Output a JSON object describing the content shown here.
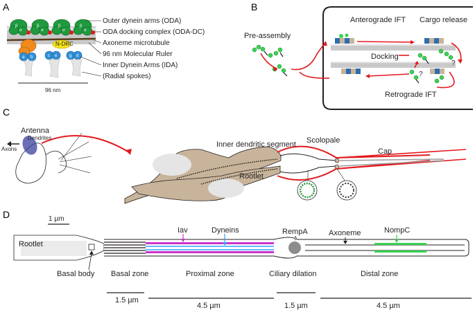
{
  "panels": {
    "a": {
      "letter": "A",
      "labels": {
        "oda": "Outer dynein arms (ODA)",
        "oda_dc": "ODA docking complex (ODA-DC)",
        "axoneme_mt": "Axoneme microtubule",
        "ruler": "96 nm Molecular Ruler",
        "ida": "Inner Dynein Arms (IDA)",
        "radial_spokes": "(Radial spokes)",
        "scale": "96 nm",
        "ndrc": "N-DRC"
      },
      "ida_letters": [
        "a",
        "b",
        "c",
        "e",
        "g",
        "d"
      ]
    },
    "b": {
      "letter": "B",
      "labels": {
        "preassembly": "Pre-assembly",
        "anterograde": "Anterograde IFT",
        "cargo_release": "Cargo release",
        "docking": "Docking",
        "retrograde": "Retrograde IFT",
        "question": "?"
      }
    },
    "c": {
      "letter": "C",
      "labels": {
        "antenna": "Antenna",
        "dendrites": "Dendrites",
        "axons": "Axons",
        "inner_dendritic": "Inner dendritic segment",
        "scolopale": "Scolopale",
        "cap": "Cap",
        "rootlet": "Rootlet"
      }
    },
    "d": {
      "letter": "D",
      "labels": {
        "scale_bar": "1 µm",
        "rootlet": "Rootlet",
        "iav": "Iav",
        "dynein": "Dyneins",
        "rempa": "RempA",
        "axoneme": "Axoneme",
        "nompc": "NompC",
        "basal_body": "Basal body",
        "basal_zone": "Basal  zone",
        "proximal_zone": "Proximal zone",
        "ciliary_dilation": "Ciliary dilation",
        "distal_zone": "Distal zone"
      },
      "segments": [
        "1.5 µm",
        "4.5 µm",
        "1.5 µm",
        "4.5 µm"
      ]
    }
  },
  "colors": {
    "oda_green": "#1f9a3e",
    "bright_green": "#39d353",
    "ida_blue": "#2f8fd8",
    "orange": "#f08a1c",
    "yellow": "#f5e21a",
    "red": "#e3191e",
    "brown": "#c8b49a",
    "magenta": "#cc33cc",
    "blue_line": "#33a0ff",
    "antenna_blue": "#3a3f9c",
    "grey": "#9a9a9a"
  }
}
